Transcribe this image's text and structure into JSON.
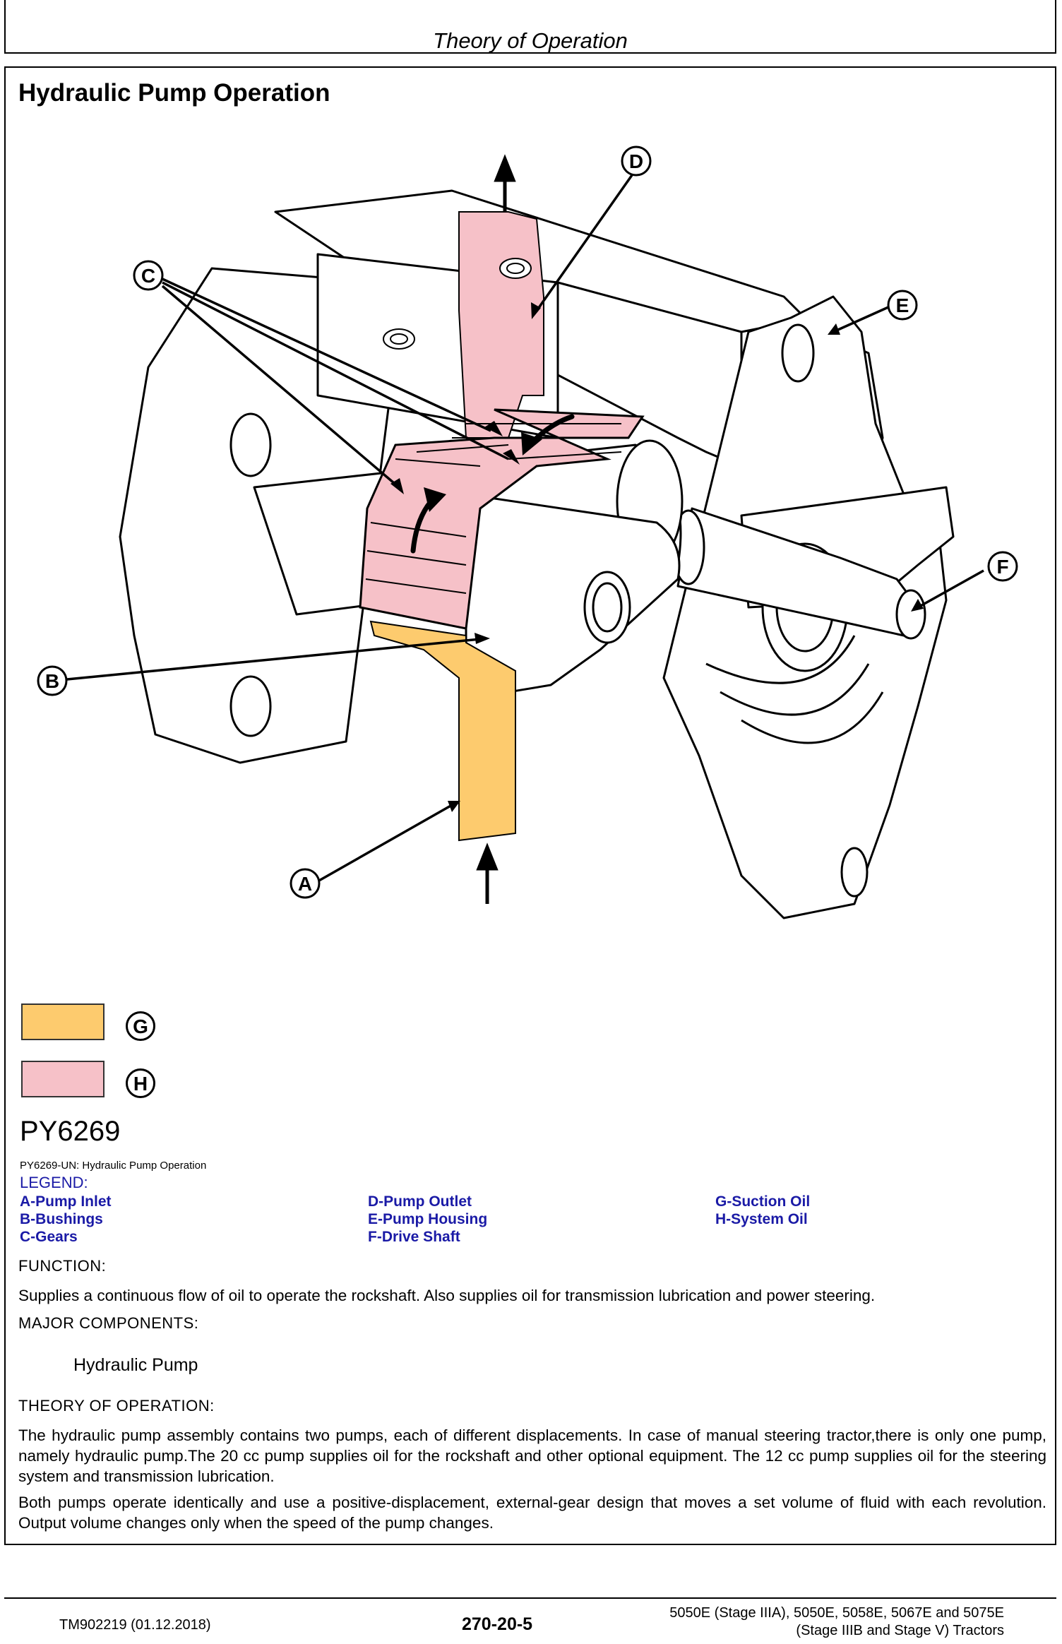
{
  "header": {
    "title": "Theory of Operation"
  },
  "section": {
    "title": "Hydraulic Pump Operation"
  },
  "figure": {
    "callouts": {
      "a": "A",
      "b": "B",
      "c": "C",
      "d": "D",
      "e": "E",
      "f": "F"
    },
    "colors": {
      "suction_oil": "#FDCB6E",
      "system_oil": "#F6C1C8"
    },
    "swatches": {
      "g": "G",
      "h": "H"
    },
    "id": "PY6269",
    "caption": "PY6269-UN: Hydraulic Pump Operation"
  },
  "legend": {
    "title": "LEGEND:",
    "col1": [
      "A-Pump Inlet",
      "B-Bushings",
      "C-Gears"
    ],
    "col2": [
      "D-Pump Outlet",
      "E-Pump Housing",
      "F-Drive Shaft"
    ],
    "col3": [
      "G-Suction Oil",
      "H-System Oil"
    ]
  },
  "function": {
    "heading": "FUNCTION:",
    "text": "Supplies a continuous flow of oil to operate the rockshaft. Also supplies oil for transmission lubrication and power steering."
  },
  "components": {
    "heading": "MAJOR COMPONENTS:",
    "item": "Hydraulic Pump"
  },
  "theory": {
    "heading": "THEORY OF OPERATION:",
    "para1": "The hydraulic pump assembly contains two pumps, each of different displacements. In case of manual steering tractor,there is only one pump, namely hydraulic pump.The 20 cc pump supplies oil for the rockshaft and other optional equipment. The 12 cc pump supplies oil for the steering system and transmission lubrication.",
    "para2": "Both pumps operate identically and use a positive-displacement, external-gear design that moves a set volume of fluid with each revolution. Output volume changes only when the speed of the pump changes."
  },
  "footer": {
    "doc": "TM902219 (01.12.2018)",
    "page": "270-20-5",
    "models_line1": "5050E (Stage IIIA), 5050E, 5058E, 5067E and 5075E",
    "models_line2": "(Stage IIIB and Stage V) Tractors"
  }
}
